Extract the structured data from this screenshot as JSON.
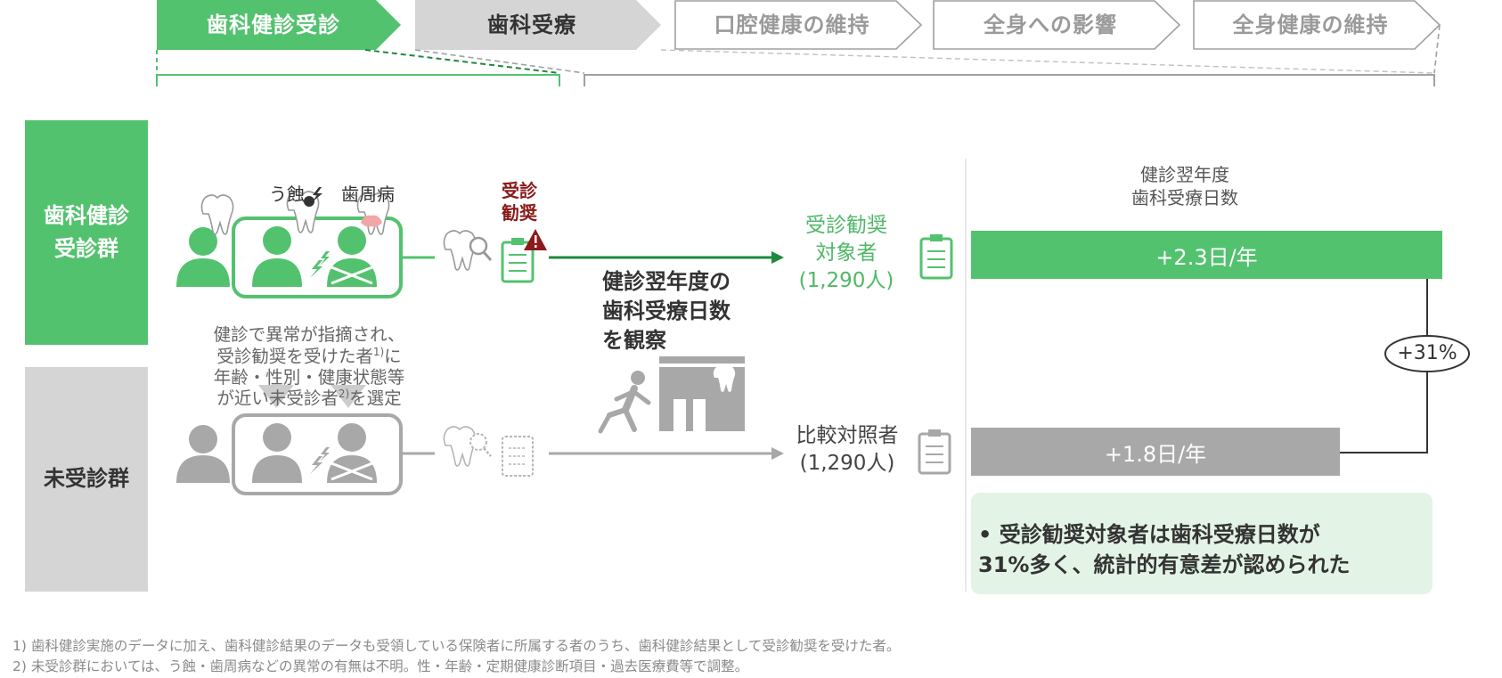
{
  "colors": {
    "green": "#53c26f",
    "green_dark_text": "#1d8a3e",
    "gray": "#a8a8a8",
    "gray_light": "#d5d5d5",
    "red": "#8b1a1a",
    "light_green_bg": "#e3f4e6"
  },
  "steps": [
    {
      "label": "歯科健診受診",
      "style": "filled-green"
    },
    {
      "label": "歯科受療",
      "style": "filled-gray"
    },
    {
      "label": "口腔健康の維持",
      "style": "outline"
    },
    {
      "label": "全身への影響",
      "style": "outline"
    },
    {
      "label": "全身健康の維持",
      "style": "outline"
    }
  ],
  "groups": {
    "exam": {
      "label": "歯科健診\n受診群"
    },
    "nonexam": {
      "label": "未受診群"
    }
  },
  "labels": {
    "caries": "う蝕",
    "periodontal": "歯周病",
    "recommend": "受診\n勧奨",
    "selection_note": "健診で異常が指摘され、\n受診勧奨を受けた者",
    "selection_note_sup1": "1)",
    "selection_note_after1": "に\n年齢・性別・健康状態等\nが近い未受診者",
    "selection_note_sup2": "2)",
    "selection_note_after2": "を選定",
    "observe": "健診翌年度の\n歯科受療日数\nを観察",
    "target_group": "受診勧奨\n対象者\n(1,290人)",
    "control_group": "比較対照者\n(1,290人)",
    "chart_title": "健診翌年度\n歯科受療日数",
    "diff": "+31%",
    "conclusion": "• 受診勧奨対象者は歯科受療日数が\n  31%多く、統計的有意差が認められた"
  },
  "icons": [
    "person-icon",
    "tooth-icon",
    "lightning-icon",
    "magnifier-icon",
    "clipboard-icon",
    "warning-icon",
    "running-person-icon",
    "dental-clinic-icon",
    "arrow-right-icon",
    "arrow-down-icon"
  ],
  "chart_data": {
    "type": "bar",
    "orientation": "horizontal",
    "title": "健診翌年度\n歯科受療日数",
    "categories": [
      "受診勧奨対象者",
      "比較対照者"
    ],
    "values": [
      2.3,
      1.8
    ],
    "value_labels": [
      "+2.3日/年",
      "+1.8日/年"
    ],
    "colors": [
      "#53c26f",
      "#a8a8a8"
    ],
    "annotation": "+31%"
  },
  "footnotes": [
    "1) 歯科健診実施のデータに加え、歯科健診結果のデータも受領している保険者に所属する者のうち、歯科健診結果として受診勧奨を受けた者。",
    "2) 未受診群においては、う蝕・歯周病などの異常の有無は不明。性・年齢・定期健康診断項目・過去医療費等で調整。"
  ]
}
